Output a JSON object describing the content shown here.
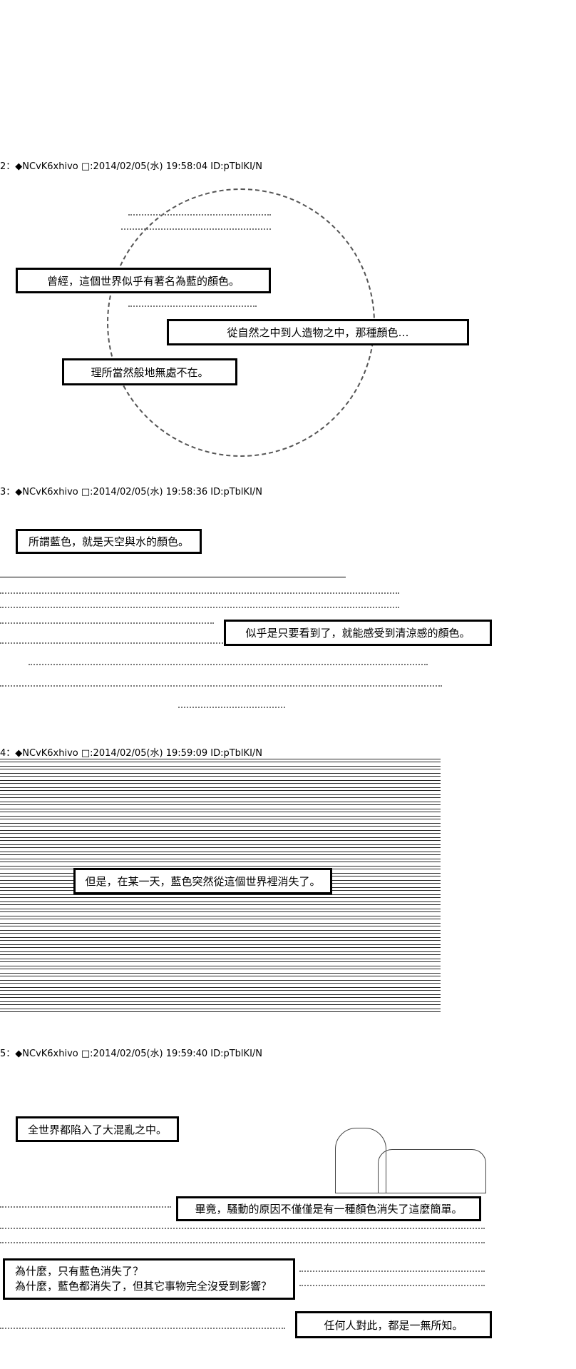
{
  "posts": [
    {
      "header": "2：◆NCvK6xhivo □:2014/02/05(水) 19:58:04 ID:pTblKI/N",
      "captions": [
        "曾經，這個世界似乎有著名為藍的顏色。",
        "從自然之中到人造物之中，那種顏色…",
        "理所當然般地無處不在。"
      ]
    },
    {
      "header": "3：◆NCvK6xhivo □:2014/02/05(水) 19:58:36 ID:pTblKI/N",
      "captions": [
        "所謂藍色，就是天空與水的顏色。",
        "似乎是只要看到了，就能感受到清涼感的顏色。"
      ]
    },
    {
      "header": "4：◆NCvK6xhivo □:2014/02/05(水) 19:59:09 ID:pTblKI/N",
      "captions": [
        "但是，在某一天，藍色突然從這個世界裡消失了。"
      ]
    },
    {
      "header": "5：◆NCvK6xhivo □:2014/02/05(水) 19:59:40 ID:pTblKI/N",
      "captions": [
        "全世界都陷入了大混亂之中。",
        "畢竟，騷動的原因不僅僅是有一種顏色消失了這麼簡單。",
        "為什麼，只有藍色消失了？",
        "為什麼，藍色都消失了，但其它事物完全沒受到影響？",
        "任何人對此，都是一無所知。"
      ]
    }
  ]
}
